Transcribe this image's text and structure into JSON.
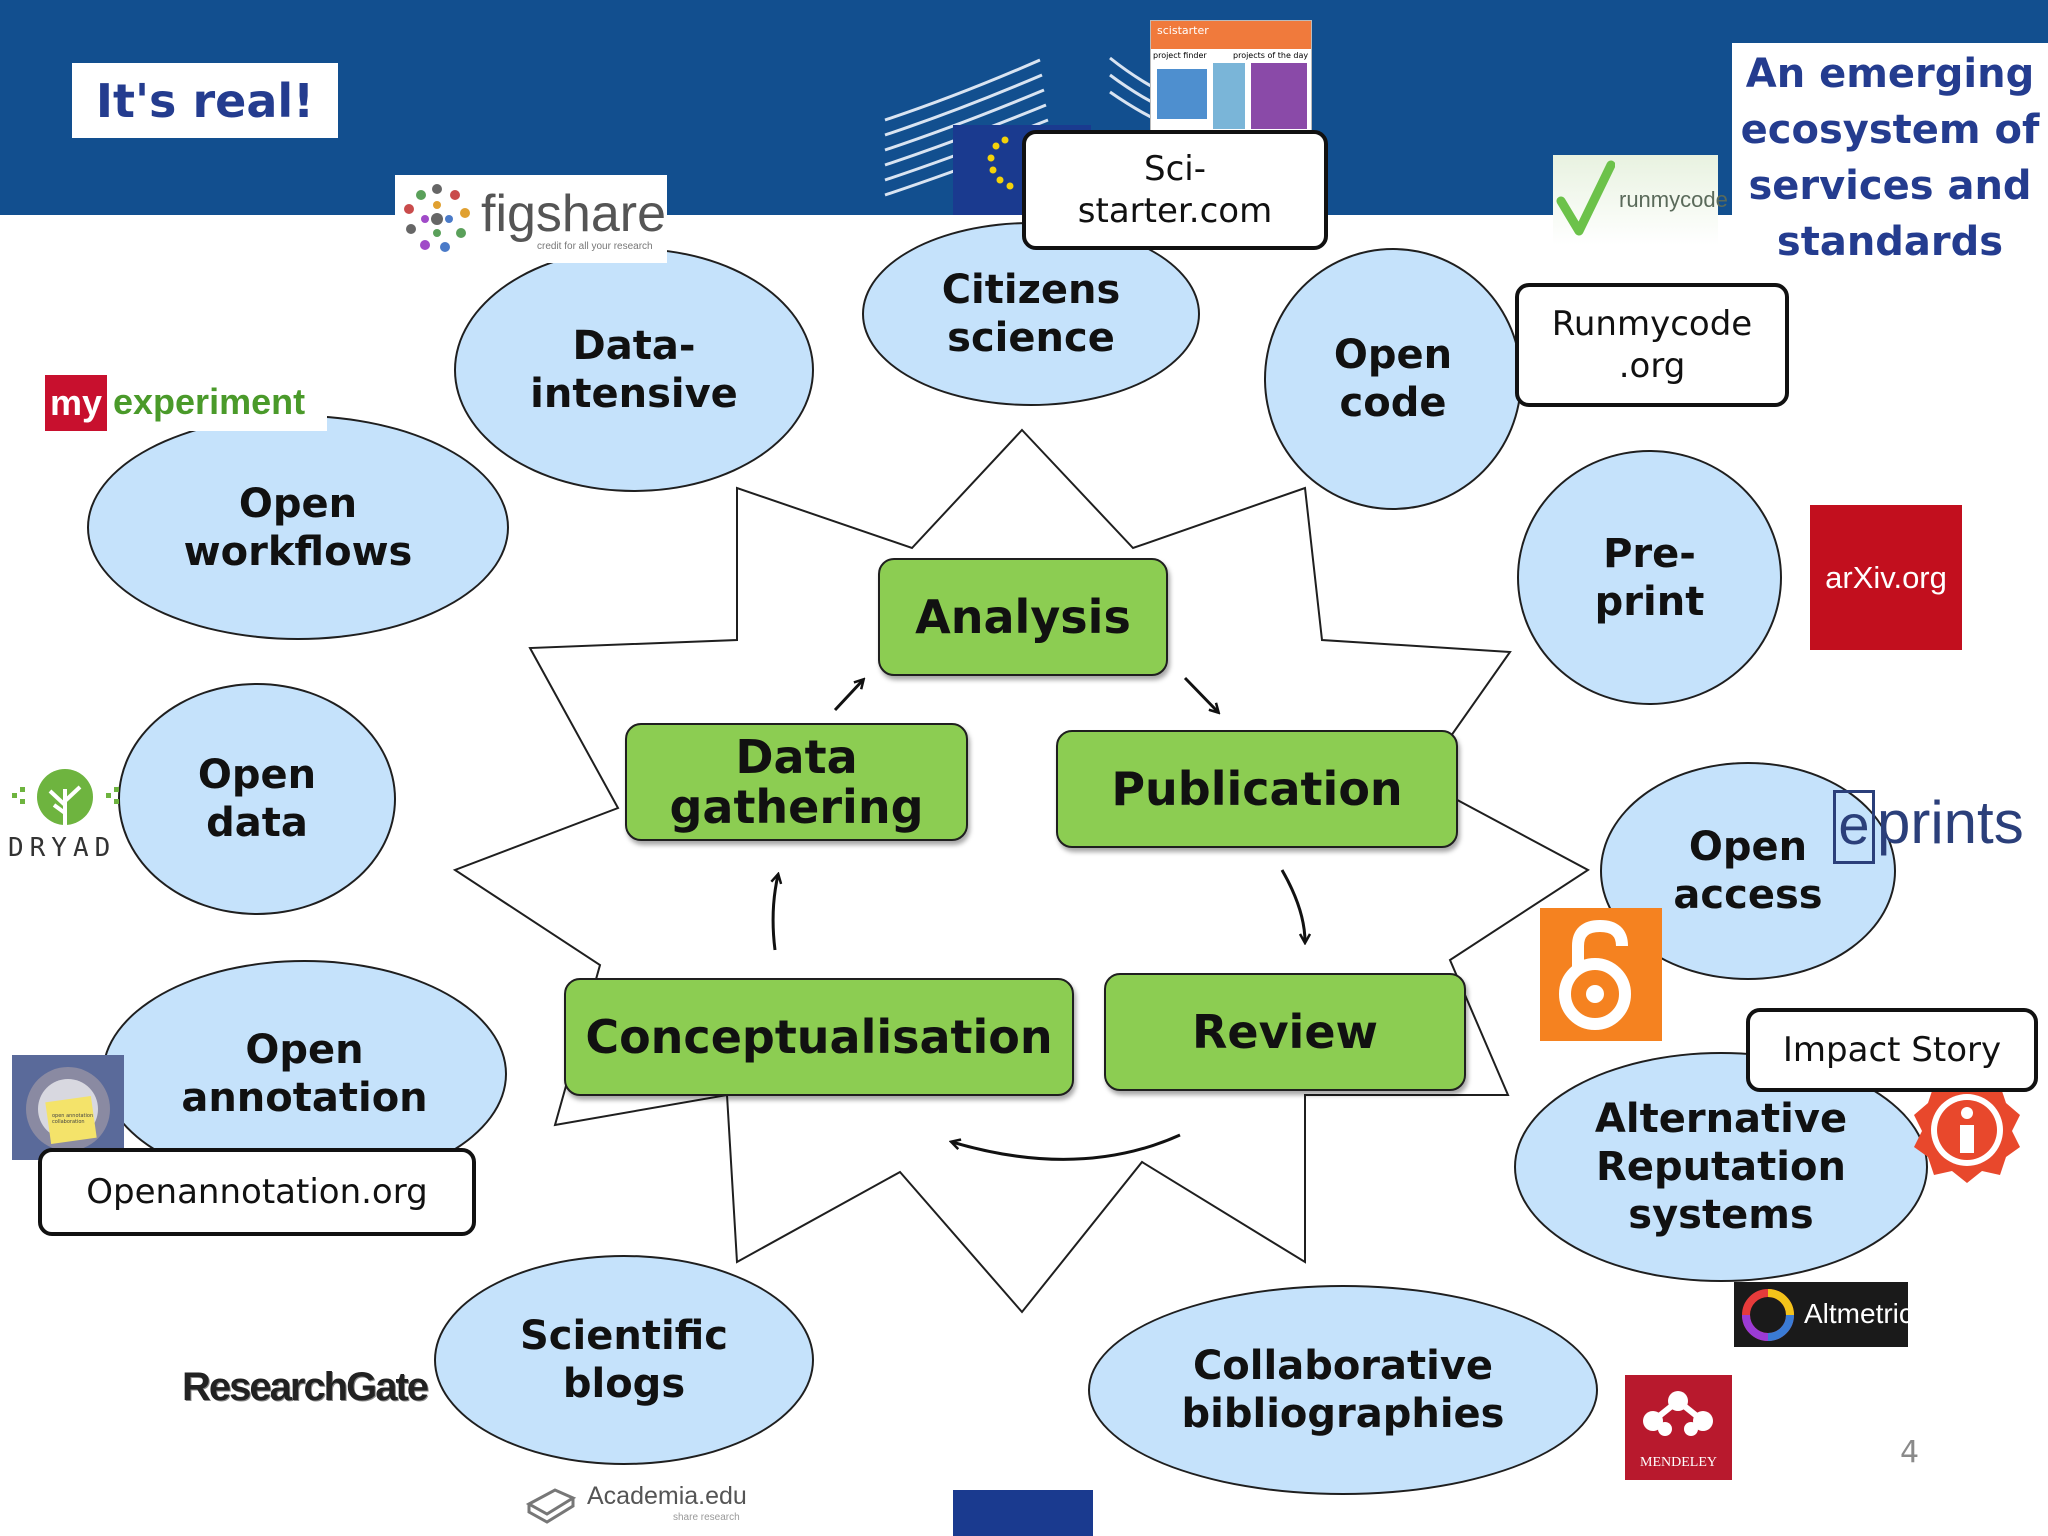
{
  "slide": {
    "title": "It's real!",
    "subtitle": "An emerging ecosystem of services and standards",
    "page_number": "4",
    "colors": {
      "banner": "#124f8f",
      "title_text": "#243c8f",
      "ellipse_fill": "#c5e2fb",
      "box_fill": "#8ccd52"
    }
  },
  "cycle": {
    "analysis": "Analysis",
    "data_gathering": "Data gathering",
    "publication": "Publication",
    "conceptualisation": "Conceptualisation",
    "review": "Review"
  },
  "topics": {
    "data_intensive": "Data-intensive",
    "citizens_science": "Citizens science",
    "open_code": "Open code",
    "open_workflows": "Open workflows",
    "pre_print": "Pre-print",
    "open_data": "Open data",
    "open_access": "Open access",
    "open_annotation": "Open annotation",
    "alternative_reputation": "Alternative Reputation systems",
    "scientific_blogs": "Scientific blogs",
    "collaborative_bibliographies": "Collaborative bibliographies"
  },
  "callouts": {
    "scistarter": "Sci-starter.com",
    "runmycode_org": "Runmycode .org",
    "openannotation": "Openannotation.org",
    "impact_story": "Impact Story"
  },
  "logos": {
    "figshare": "figshare",
    "figshare_tag": "credit for all your research",
    "myexperiment_my": "my",
    "myexperiment_rest": "experiment",
    "runmycode": "runmycode",
    "arxiv": "arXiv.org",
    "dryad": "DRYAD",
    "eprints_e": "e",
    "eprints_rest": "prints",
    "altmetric": "Altmetric",
    "researchgate": "ResearchGate",
    "mendeley": "MENDELEY",
    "academia": "Academia.edu",
    "academia_tag": "share research",
    "scistarter_header": "scistarter",
    "scistarter_tab1": "project finder",
    "scistarter_tab2": "projects of the day",
    "openannotation_note": "open annotation collaboration"
  }
}
